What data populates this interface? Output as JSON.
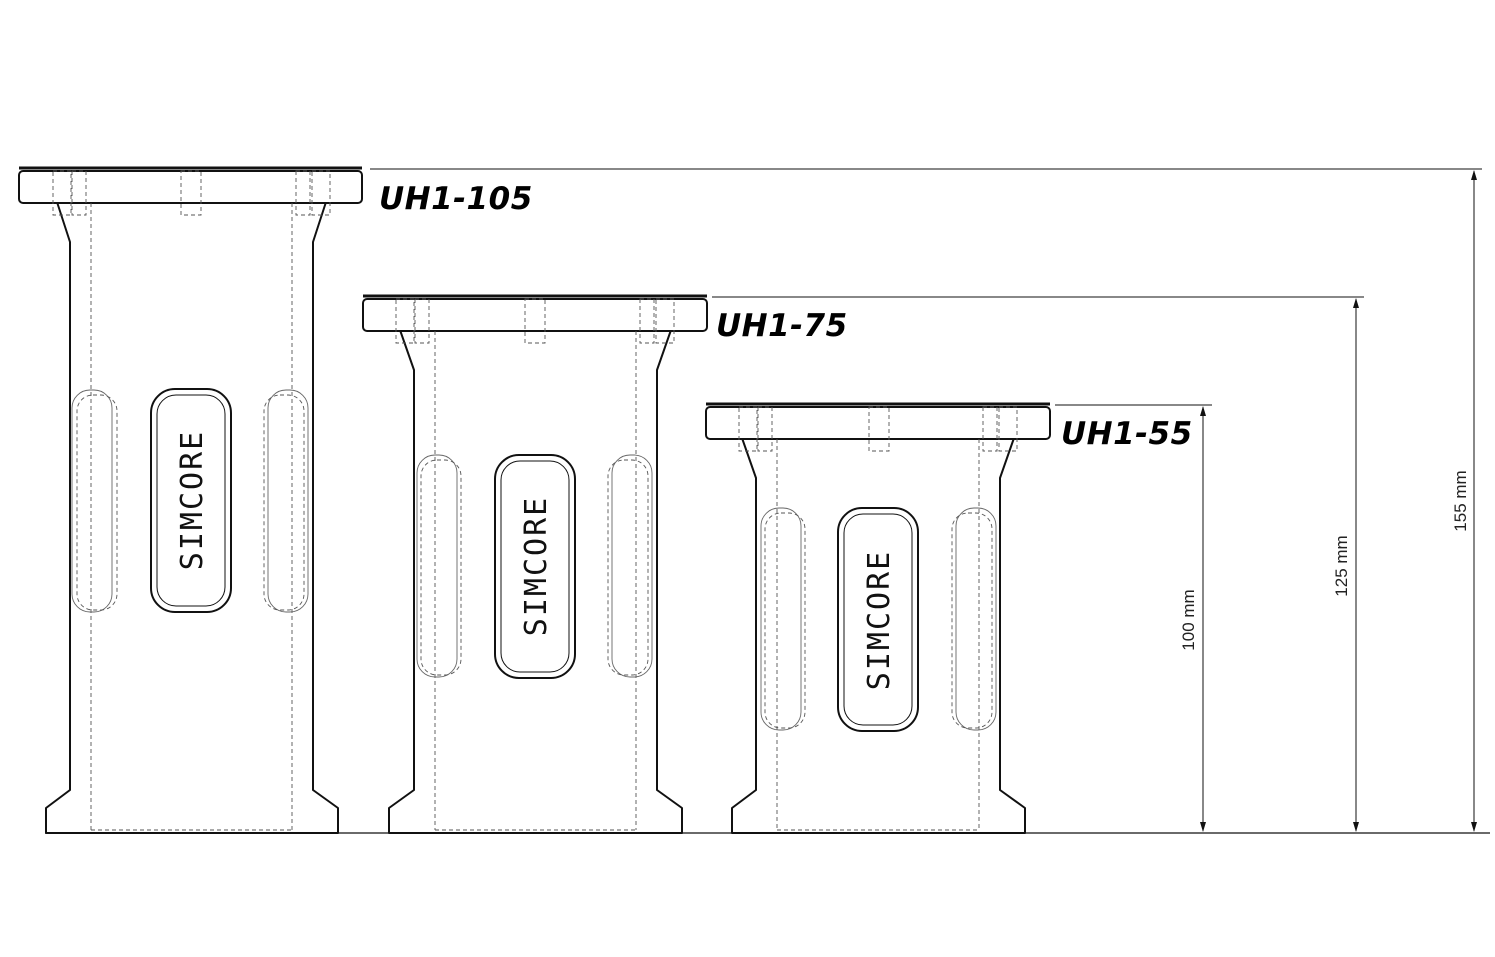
{
  "models": [
    {
      "name": "UH1-105",
      "logo": "SIMCORE"
    },
    {
      "name": "UH1-75",
      "logo": "SIMCORE"
    },
    {
      "name": "UH1-55",
      "logo": "SIMCORE"
    }
  ],
  "dimensions": [
    {
      "label": "155 mm"
    },
    {
      "label": "125 mm"
    },
    {
      "label": "100 mm"
    }
  ]
}
